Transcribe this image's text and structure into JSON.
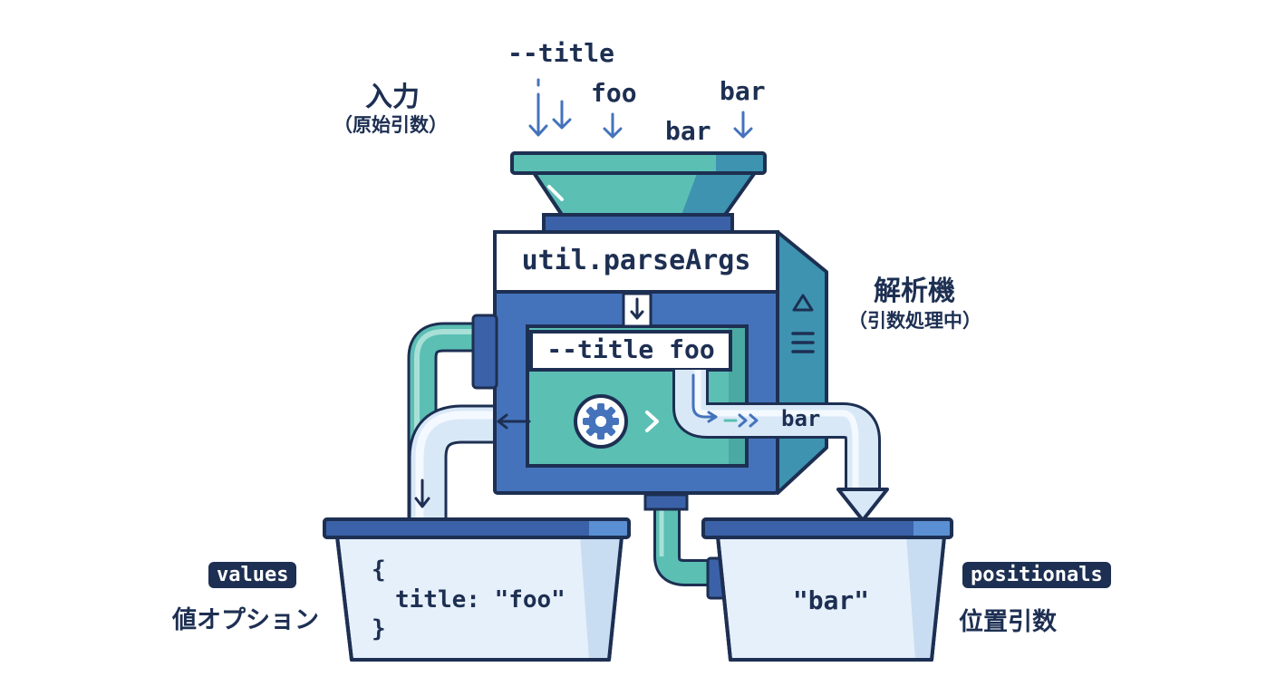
{
  "input": {
    "title": "入力",
    "subtitle": "（原始引数）"
  },
  "tokens": {
    "t1": "--title",
    "t2": "foo",
    "t3": "bar",
    "t4": "bar"
  },
  "machine": {
    "label": "util.parseArgs",
    "title": "解析機",
    "subtitle": "（引数処理中）",
    "slot_text": "--title foo",
    "passing_token": "bar"
  },
  "values_bin": {
    "tag": "values",
    "caption": "値オプション",
    "open_brace": "{",
    "entry": "title: \"foo\"",
    "close_brace": "}"
  },
  "positionals_bin": {
    "tag": "positionals",
    "caption": "位置引数",
    "content": "\"bar\""
  },
  "colors": {
    "navy": "#1d2f52",
    "blue": "#4473bc",
    "teal": "#5bbfb4",
    "pale_blue": "#e6f0fa",
    "light_blue": "#c9ddf2"
  }
}
